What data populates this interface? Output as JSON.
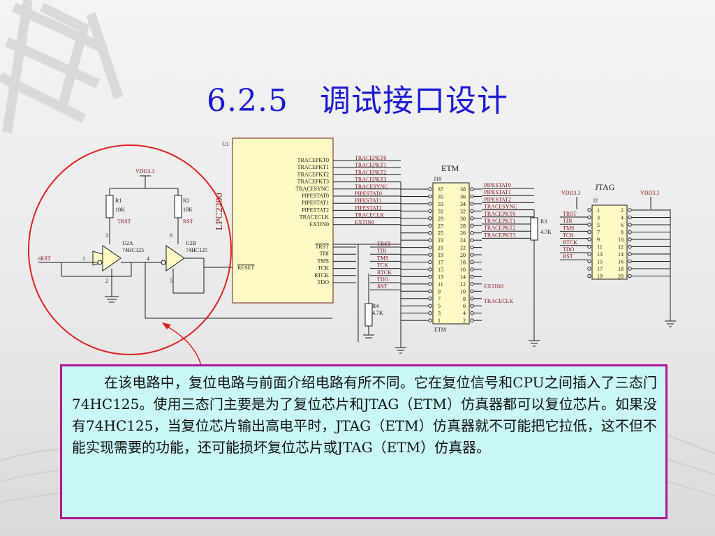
{
  "title": "6.2.5　调试接口设计",
  "colors": {
    "title": "#1a1ad6",
    "note_bg": "#c9f6f6",
    "note_border": "#b0159a",
    "highlight_circle": "#e02020",
    "wire": "#1a1a1a",
    "chip_fill": "#fff9c4"
  },
  "lpc": {
    "ref": "U1",
    "part": "LPC2200",
    "trace_pins": [
      "TRACEPKT0",
      "TRACEPKT1",
      "TRACEPKT2",
      "TRACEPKT3",
      "TRACESYNC",
      "PIPESTAT0",
      "PIPESTAT1",
      "PIPESTAT2",
      "TRACECLK",
      "EXTIN0"
    ],
    "trace_nets": [
      "TRACEPKT0",
      "TRACEPKT1",
      "TRACEPKT2",
      "TRACEPKT3",
      "TRACESYNC",
      "PIPESTAT0",
      "PIPESTAT1",
      "PIPESTAT2",
      "TRACECLK",
      "EXTIN0"
    ],
    "jtag_pins": [
      "TRST",
      "TDI",
      "TMS",
      "TCK",
      "RTCK",
      "TDO"
    ],
    "jtag_nets": [
      "TRST",
      "TDI",
      "TMS",
      "TCK",
      "RTCK",
      "TDO",
      "RST"
    ],
    "reset_pin": "RESET"
  },
  "reset_circuit": {
    "vdd": "VDD3.3",
    "r1": {
      "ref": "R1",
      "value": "10K",
      "net": "TRST"
    },
    "r2": {
      "ref": "R2",
      "value": "10K",
      "net": "RST"
    },
    "u2a": {
      "ref": "U2A",
      "part": "74HC125",
      "pin_in": "1",
      "pin_oe": "3",
      "pin_gnd": "2"
    },
    "u2b": {
      "ref": "U2B",
      "part": "74HC125",
      "pin_in": "4",
      "pin_oe": "6",
      "pin_gnd": "5"
    },
    "input_net": "nRST",
    "r4": {
      "ref": "R4",
      "value": "4.7K"
    }
  },
  "etm": {
    "label": "ETM",
    "ref": "J18",
    "bottom_label": "ETM",
    "left_pins": [
      "37",
      "35",
      "33",
      "31",
      "29",
      "27",
      "25",
      "23",
      "21",
      "19",
      "17",
      "15",
      "13",
      "11",
      "9",
      "7",
      "5",
      "3",
      "1"
    ],
    "right_pins": [
      "38",
      "36",
      "34",
      "32",
      "30",
      "28",
      "26",
      "24",
      "22",
      "20",
      "18",
      "16",
      "14",
      "12",
      "10",
      "8",
      "6",
      "4",
      "2"
    ],
    "right_nets": [
      "PIPESTAT0",
      "PIPESTAT1",
      "PIPESTAT2",
      "TRACESYNC",
      "TRACEPKT0",
      "TRACEPKT1",
      "TRACEPKT2",
      "TRACEPKT3"
    ],
    "extin_net": "EXTIN0",
    "traceclk_net": "TRACECLK",
    "r3": {
      "ref": "R3",
      "value": "4.7K"
    }
  },
  "jtag": {
    "label": "JTAG",
    "ref": "J2",
    "vdd_left": "VDD3.3",
    "vdd_right": "VDD3.3",
    "nets": [
      "TRST",
      "TDI",
      "TMS",
      "TCK",
      "RTCK",
      "TDO",
      "RST"
    ],
    "left_pins": [
      "1",
      "3",
      "5",
      "7",
      "9",
      "11",
      "13",
      "15",
      "17",
      "19"
    ],
    "right_pins": [
      "2",
      "4",
      "6",
      "8",
      "10",
      "12",
      "14",
      "16",
      "18",
      "20"
    ]
  },
  "note": "在该电路中，复位电路与前面介绍电路有所不同。它在复位信号和CPU之间插入了三态门74HC125。使用三态门主要是为了复位芯片和JTAG（ETM）仿真器都可以复位芯片。如果没有74HC125，当复位芯片输出高电平时，JTAG（ETM）仿真器就不可能把它拉低，这不但不能实现需要的功能，还可能损坏复位芯片或JTAG（ETM）仿真器。"
}
